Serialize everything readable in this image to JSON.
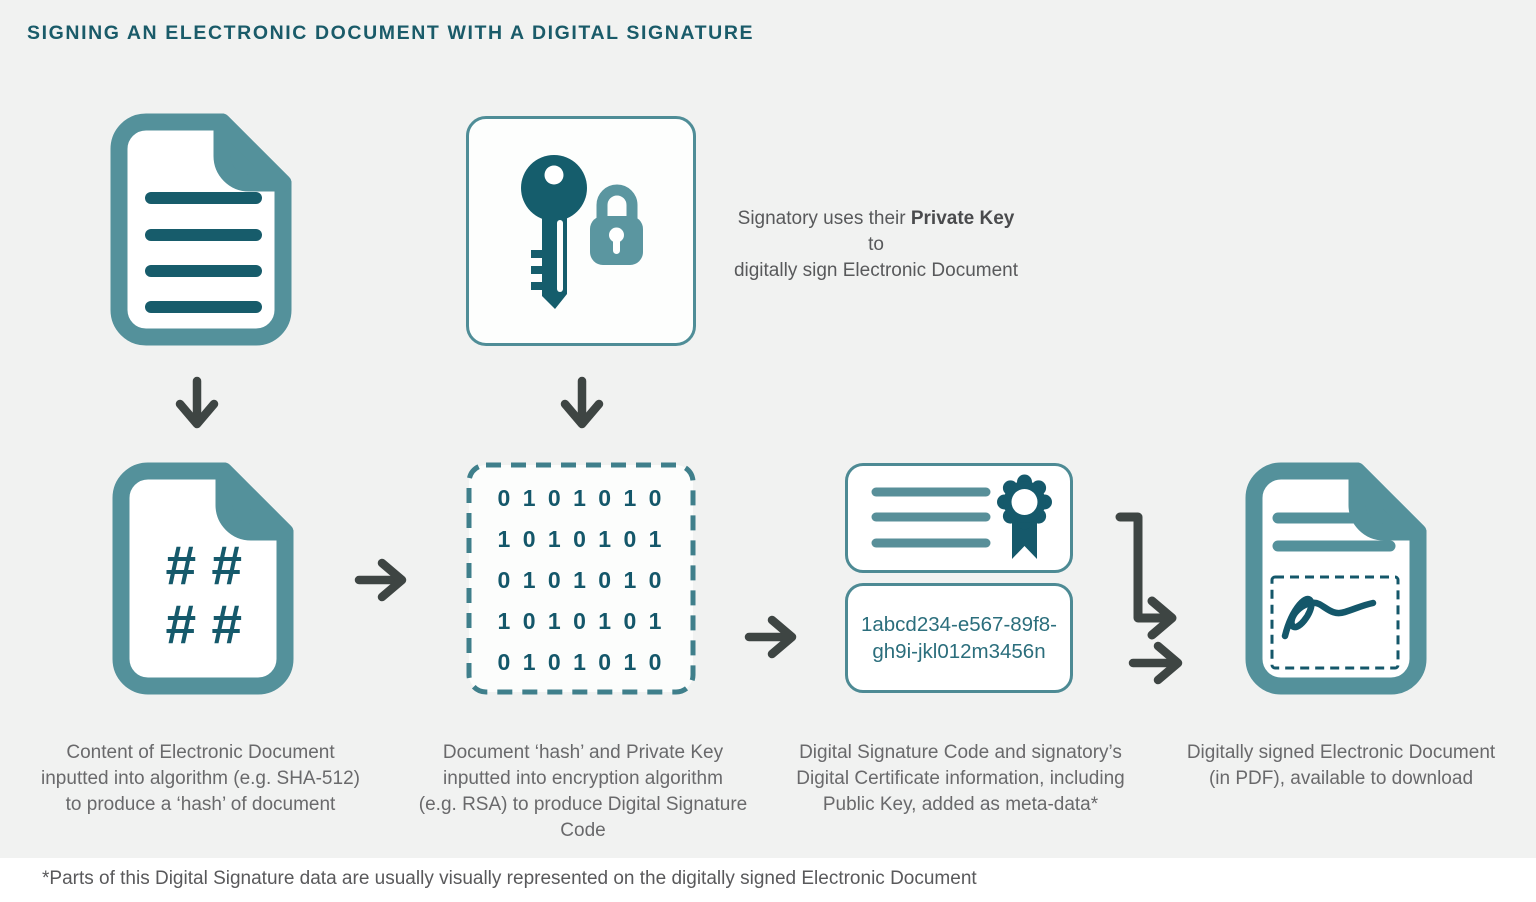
{
  "title": "SIGNING AN ELECTRONIC DOCUMENT WITH A DIGITAL SIGNATURE",
  "colors": {
    "canvas_bg": "#f1f2f1",
    "teal_dark": "#15596b",
    "teal_mid": "#54919b",
    "box_border_teal": "#4f8d97",
    "arrow_gray": "#3e4543",
    "caption_gray": "#69696b",
    "title_teal": "#1a5b69"
  },
  "icons": {
    "step1_top": "document-icon",
    "step2_top": "key-and-padlock-icon",
    "step1_bottom": "hash-document-icon",
    "step2_bottom": "binary-code-box",
    "step3_top": "certificate-award-icon",
    "step4": "signed-document-icon",
    "connectors": [
      "down-arrow-icon",
      "down-arrow-icon",
      "right-arrow-icon",
      "right-arrow-icon",
      "elbow-arrow-icon",
      "right-arrow-icon"
    ]
  },
  "private_key_note": {
    "pre": "Signatory uses their ",
    "bold": "Private Key",
    "post": " to",
    "line2": "digitally sign Electronic Document"
  },
  "hash_doc": {
    "rows": [
      "# #",
      "# #"
    ]
  },
  "binary_box": {
    "rows": [
      "0 1 0 1 0 1 0",
      "1 0 1 0 1 0 1",
      "0 1 0 1 0 1 0",
      "1 0 1 0 1 0 1",
      "0 1 0 1 0 1 0"
    ]
  },
  "signature_code": {
    "line1": "1abcd234-e567-89f8-",
    "line2": "gh9i-jkl012m3456n"
  },
  "captions": {
    "step1": [
      "Content of Electronic Document",
      "inputted into algorithm (e.g. SHA-512)",
      "to produce a ‘hash’ of document"
    ],
    "step2": [
      "Document ‘hash’ and Private Key",
      "inputted into encryption algorithm",
      "(e.g. RSA) to produce Digital Signature Code"
    ],
    "step3": [
      "Digital Signature Code and signatory’s",
      "Digital Certificate information, including",
      "Public Key, added as meta-data*"
    ],
    "step4": [
      "Digitally signed Electronic Document",
      "(in PDF), available to download"
    ]
  },
  "footnote": "*Parts of this Digital Signature data are usually visually represented on the digitally signed Electronic Document"
}
